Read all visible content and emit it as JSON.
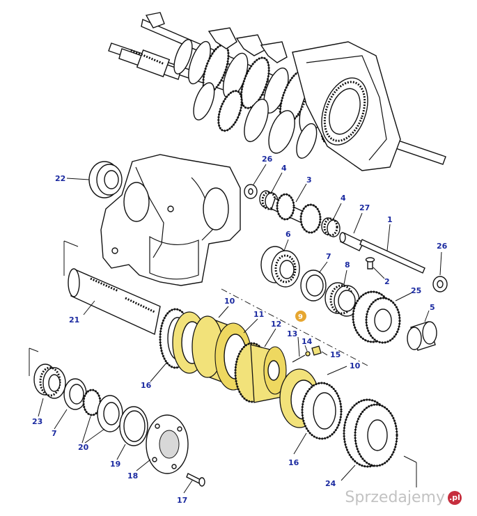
{
  "diagram": {
    "type": "exploded-parts-diagram",
    "highlight_color": "#f2e27a",
    "label_color": "#1b2aa0",
    "callouts": [
      {
        "id": "c22",
        "label": "22"
      },
      {
        "id": "c26a",
        "label": "26"
      },
      {
        "id": "c4a",
        "label": "4"
      },
      {
        "id": "c3",
        "label": "3"
      },
      {
        "id": "c4b",
        "label": "4"
      },
      {
        "id": "c27",
        "label": "27"
      },
      {
        "id": "c1",
        "label": "1"
      },
      {
        "id": "c26b",
        "label": "26"
      },
      {
        "id": "c6",
        "label": "6"
      },
      {
        "id": "c7a",
        "label": "7"
      },
      {
        "id": "c8",
        "label": "8"
      },
      {
        "id": "c2",
        "label": "2"
      },
      {
        "id": "c25",
        "label": "25"
      },
      {
        "id": "c5",
        "label": "5"
      },
      {
        "id": "c21",
        "label": "21"
      },
      {
        "id": "c10a",
        "label": "10"
      },
      {
        "id": "c11",
        "label": "11"
      },
      {
        "id": "c12",
        "label": "12"
      },
      {
        "id": "c9",
        "label": "9"
      },
      {
        "id": "c13",
        "label": "13"
      },
      {
        "id": "c14",
        "label": "14"
      },
      {
        "id": "c15",
        "label": "15"
      },
      {
        "id": "c10b",
        "label": "10"
      },
      {
        "id": "c16a",
        "label": "16"
      },
      {
        "id": "c23",
        "label": "23"
      },
      {
        "id": "c7b",
        "label": "7"
      },
      {
        "id": "c20",
        "label": "20"
      },
      {
        "id": "c19",
        "label": "19"
      },
      {
        "id": "c18",
        "label": "18"
      },
      {
        "id": "c17",
        "label": "17"
      },
      {
        "id": "c16b",
        "label": "16"
      },
      {
        "id": "c24",
        "label": "24"
      }
    ]
  },
  "watermark": {
    "text": "Sprzedajemy",
    "badge": ".pl"
  }
}
